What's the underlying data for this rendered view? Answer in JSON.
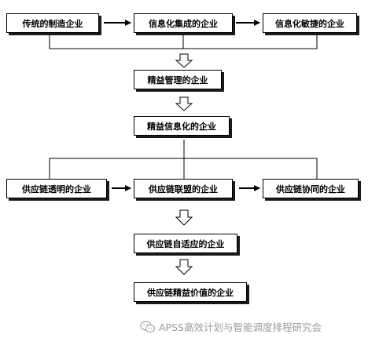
{
  "nodes": {
    "traditional": "传统的制造企业",
    "info_integrated": "信息化集成的企业",
    "info_agile": "信息化敏捷的企业",
    "lean_management": "精益管理的企业",
    "lean_info": "精益信息化的企业",
    "sc_transparent": "供应链透明的企业",
    "sc_alliance": "供应链联盟的企业",
    "sc_collaborative": "供应链协同的企业",
    "sc_adaptive": "供应链自适应的企业",
    "sc_lean_value": "供应链精益价值的企业"
  },
  "watermark": {
    "text": "APSS高效计划与智能调度排程研究会",
    "icon": "wechat-icon"
  }
}
